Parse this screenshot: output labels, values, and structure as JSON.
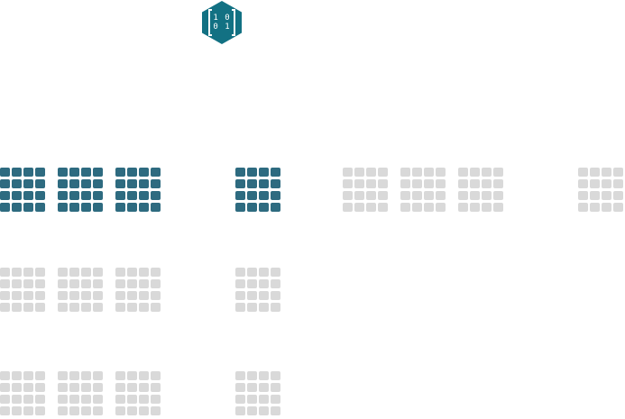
{
  "badge": {
    "icon": "binary-matrix-icon",
    "line1": "1 0",
    "line2": "0 1",
    "color": "#127183"
  },
  "colors": {
    "active": "#2e6b80",
    "inactive": "#d9d9d9"
  },
  "grids": {
    "rows": 4,
    "cols": 4,
    "blocks": [
      {
        "id": "r1-c1",
        "state": "active"
      },
      {
        "id": "r1-c2",
        "state": "active"
      },
      {
        "id": "r1-c3",
        "state": "active"
      },
      {
        "id": "r1-c4",
        "state": "active"
      },
      {
        "id": "r1-c5",
        "state": "inactive"
      },
      {
        "id": "r1-c6",
        "state": "inactive"
      },
      {
        "id": "r1-c7",
        "state": "inactive"
      },
      {
        "id": "r1-c8",
        "state": "inactive"
      },
      {
        "id": "r2-c1",
        "state": "inactive"
      },
      {
        "id": "r2-c2",
        "state": "inactive"
      },
      {
        "id": "r2-c3",
        "state": "inactive"
      },
      {
        "id": "r2-c4",
        "state": "inactive"
      },
      {
        "id": "r3-c1",
        "state": "inactive"
      },
      {
        "id": "r3-c2",
        "state": "inactive"
      },
      {
        "id": "r3-c3",
        "state": "inactive"
      },
      {
        "id": "r3-c4",
        "state": "inactive"
      }
    ]
  }
}
